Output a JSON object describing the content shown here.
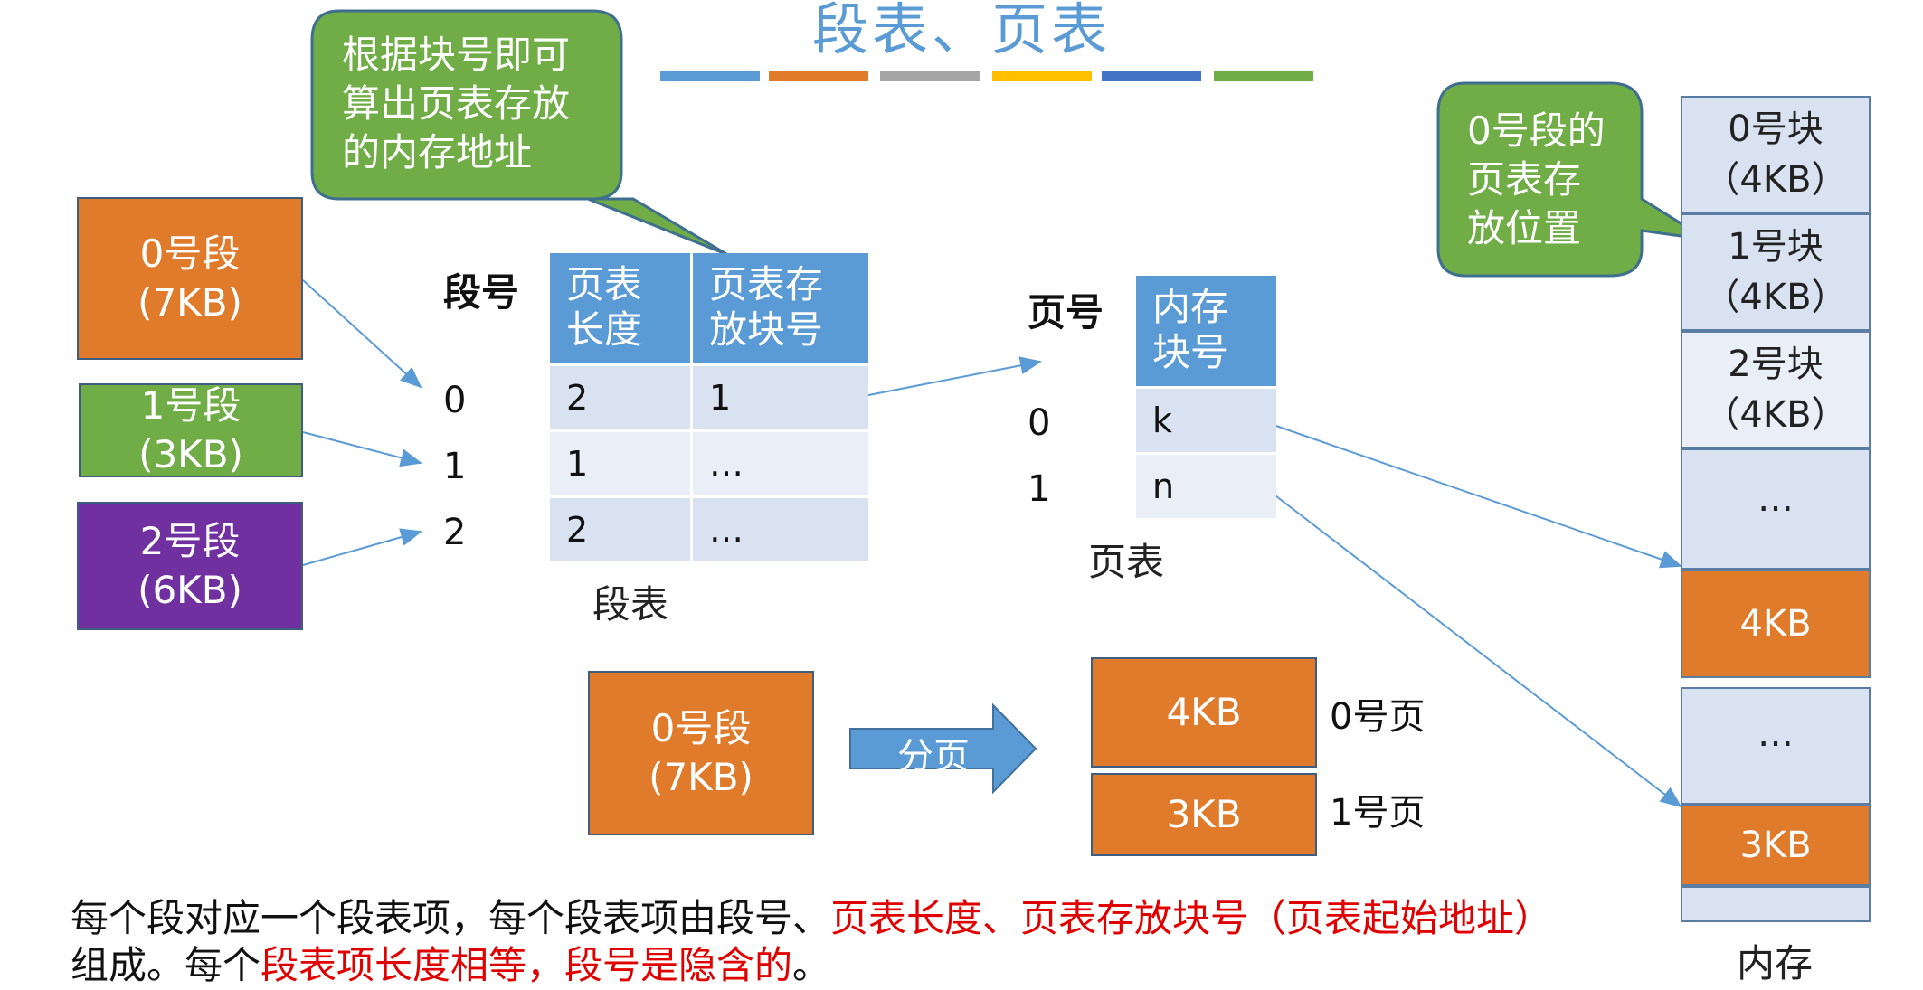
{
  "title": "段表、页表",
  "accent_colors": [
    "#5b9bd5",
    "#e07b2c",
    "#a5a5a5",
    "#ffc000",
    "#4472c4",
    "#70ad47"
  ],
  "segments": [
    {
      "label": "0号段",
      "size": "(7KB)",
      "color": "#e07b2c"
    },
    {
      "label": "1号段",
      "size": "(3KB)",
      "color": "#70ad47"
    },
    {
      "label": "2号段",
      "size": "(6KB)",
      "color": "#7030a0"
    }
  ],
  "callout_left": {
    "line1": "根据块号即可",
    "line2": "算出页表存放",
    "line3": "的内存地址"
  },
  "callout_right": {
    "line1": "0号段的",
    "line2": "页表存",
    "line3": "放位置"
  },
  "segment_table": {
    "row_label": "段号",
    "header_len_1": "页表",
    "header_len_2": "长度",
    "header_blk_1": "页表存",
    "header_blk_2": "放块号",
    "rows": [
      {
        "no": "0",
        "len": "2",
        "blk": "1"
      },
      {
        "no": "1",
        "len": "1",
        "blk": "…"
      },
      {
        "no": "2",
        "len": "2",
        "blk": "…"
      }
    ],
    "caption": "段表"
  },
  "page_table": {
    "row_label": "页号",
    "header_1": "内存",
    "header_2": "块号",
    "rows": [
      {
        "no": "0",
        "blk": "k"
      },
      {
        "no": "1",
        "blk": "n"
      }
    ],
    "caption": "页表"
  },
  "paging": {
    "segment_label": "0号段",
    "segment_size": "(7KB)",
    "arrow_label": "分页",
    "pages": [
      {
        "size": "4KB",
        "label": "0号页"
      },
      {
        "size": "3KB",
        "label": "1号页"
      }
    ]
  },
  "memory": {
    "blocks": [
      {
        "line1": "0号块",
        "line2": "（4KB）"
      },
      {
        "line1": "1号块",
        "line2": "（4KB）"
      },
      {
        "line1": "2号块",
        "line2": "（4KB）"
      },
      {
        "line1": "…",
        "line2": ""
      },
      {
        "line1": "4KB",
        "line2": ""
      },
      {
        "line1": "…",
        "line2": ""
      },
      {
        "line1": "3KB",
        "line2": ""
      },
      {
        "line1": "",
        "line2": ""
      }
    ],
    "caption": "内存"
  },
  "note": {
    "p1": "每个段对应一个段表项，每个段表项由段号、",
    "p2": "页表长度、页表存放块号（页表起始地址）",
    "p3": "组成。每个",
    "p4": "段表项长度相等，段号是隐含的",
    "p5": "。"
  }
}
